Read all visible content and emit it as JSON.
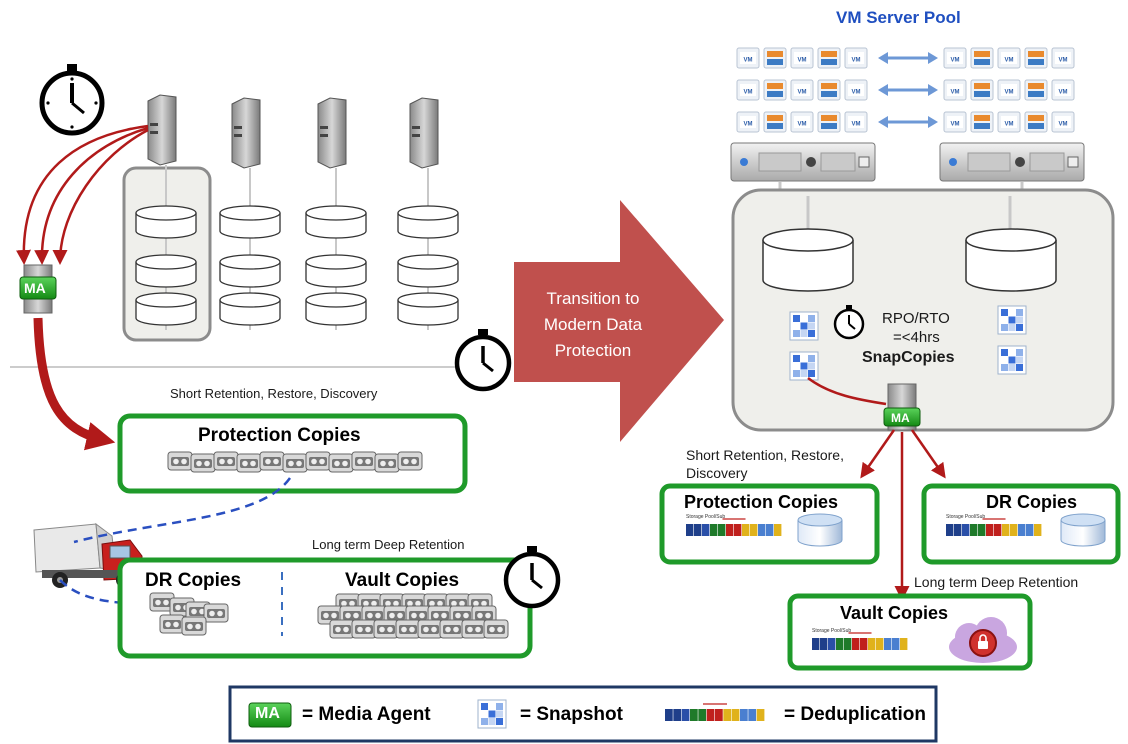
{
  "diagram": {
    "left": {
      "short_retention_label": "Short Retention, Restore, Discovery",
      "protection_copies_title": "Protection Copies",
      "long_term_label": "Long term Deep Retention",
      "dr_copies_title": "DR Copies",
      "vault_copies_title": "Vault Copies",
      "ma_label": "MA"
    },
    "transition_text": [
      "Transition to",
      "Modern Data",
      "Protection"
    ],
    "right": {
      "pool_title": "VM Server Pool",
      "vm_label": "VM",
      "ma_label": "MA",
      "rpo_line1": "RPO/RTO",
      "rpo_line2": "=<4hrs",
      "snapcopies_label": "SnapCopies",
      "short_retention_line1": "Short Retention, Restore,",
      "short_retention_line2": "Discovery",
      "protection_copies_title": "Protection Copies",
      "dr_copies_title": "DR Copies",
      "long_term_label": "Long term Deep Retention",
      "vault_copies_title": "Vault Copies",
      "dedup_caption": "Storage Pool/Sub"
    },
    "legend": {
      "ma_badge": "MA",
      "ma_text": "= Media Agent",
      "snapshot_text": "= Snapshot",
      "dedup_text": "= Deduplication"
    },
    "colors": {
      "arrow_red": "#b11a1a",
      "box_green": "#1f9a2a",
      "transition_arrow": "#c0504d",
      "dashed_blue": "#2a4fc0",
      "legend_border": "#1f3864"
    }
  }
}
